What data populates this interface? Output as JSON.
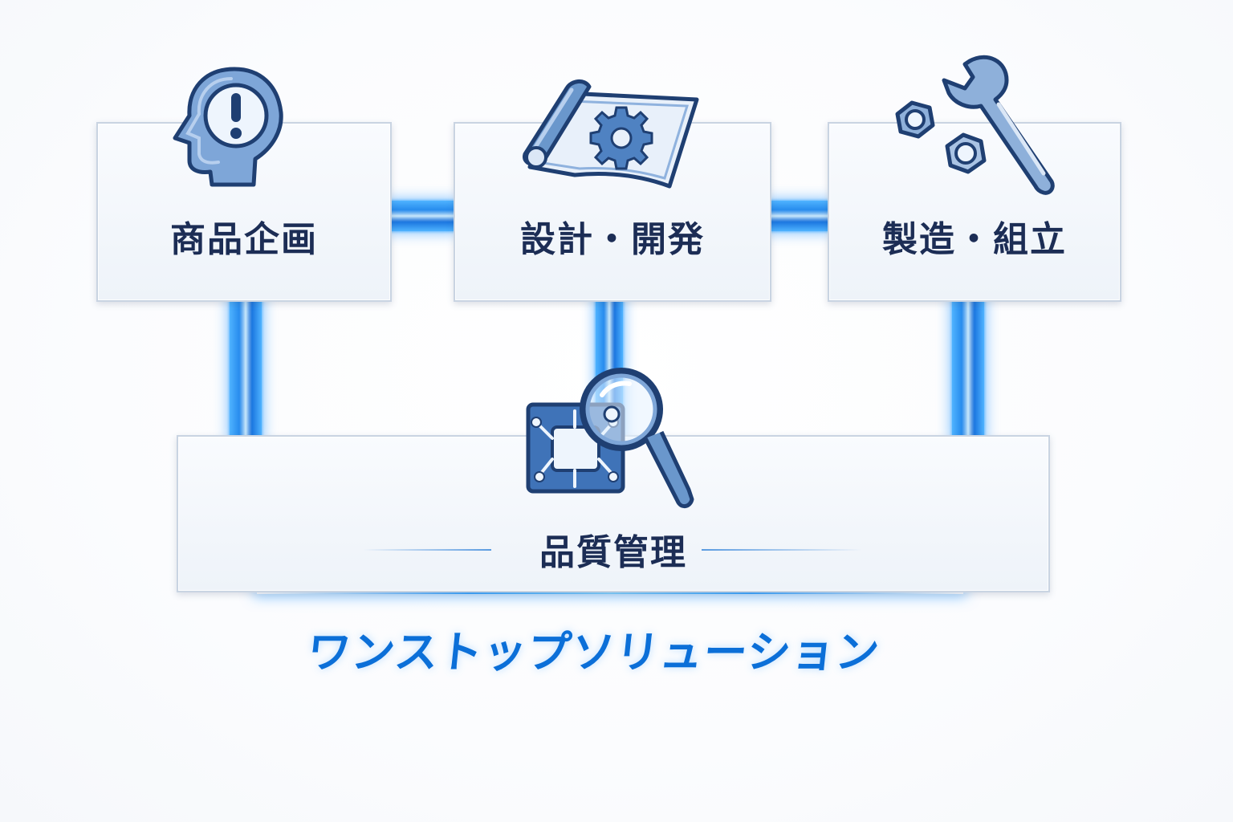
{
  "stages": [
    {
      "label": "商品企画",
      "icon": "idea-head-icon"
    },
    {
      "label": "設計・開発",
      "icon": "blueprint-gear-icon"
    },
    {
      "label": "製造・組立",
      "icon": "wrench-nuts-icon"
    }
  ],
  "quality": {
    "label": "品質管理",
    "icon": "chip-inspection-icon"
  },
  "tagline": "ワンストップソリューション",
  "colors": {
    "accent": "#1a7fe8",
    "label": "#1c2d55",
    "tagline": "#0b6fd8",
    "icon_fill": "#6a97cc",
    "icon_stroke": "#1f3f72"
  }
}
